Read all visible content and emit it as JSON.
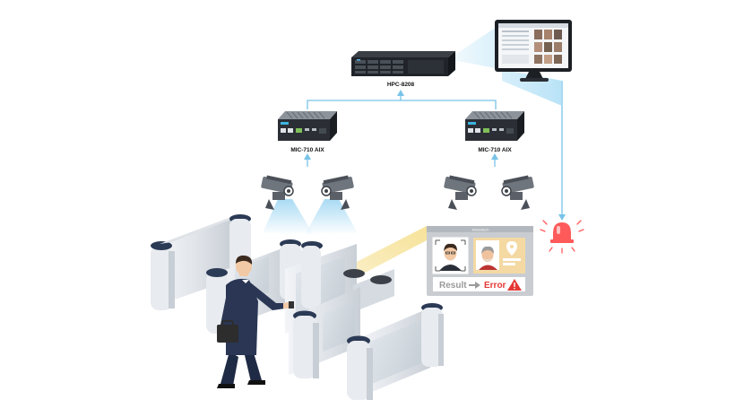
{
  "diagram": {
    "server": {
      "label": "HPC-8208"
    },
    "edge_devices": [
      {
        "label": "MIC-710 AIX"
      },
      {
        "label": "MIC-710 AIX"
      }
    ],
    "result_card": {
      "header": "Advantech",
      "result_label": "Result",
      "error_label": "Error"
    },
    "icons": {
      "alarm": "alarm-light-icon",
      "warning": "warning-triangle-icon",
      "location": "location-pin-icon"
    },
    "colors": {
      "connector": "#78c3e8",
      "alarm": "#ff5a5a",
      "error": "#e53935",
      "beam": "#f7e7a6"
    }
  }
}
